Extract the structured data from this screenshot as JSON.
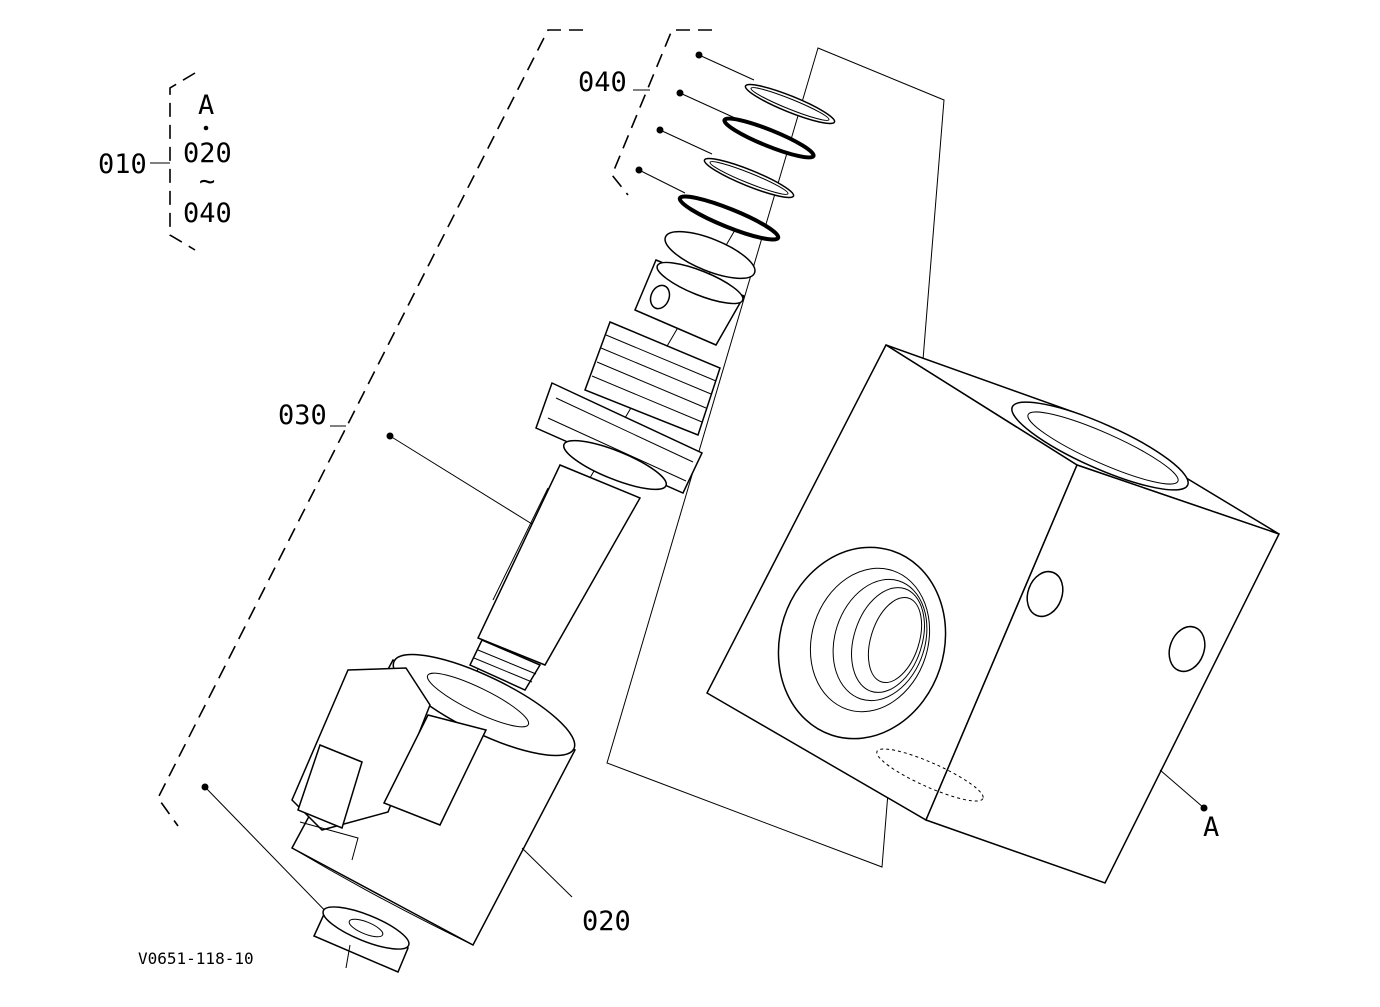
{
  "diagram": {
    "drawing_code": "V0651-118-10",
    "labels": {
      "assembly": "010",
      "group_ref": "A",
      "group_from": "020",
      "group_tilde": "~",
      "group_to": "040",
      "coil": "020",
      "cartridge": "030",
      "seals": "040",
      "block": "A"
    }
  }
}
